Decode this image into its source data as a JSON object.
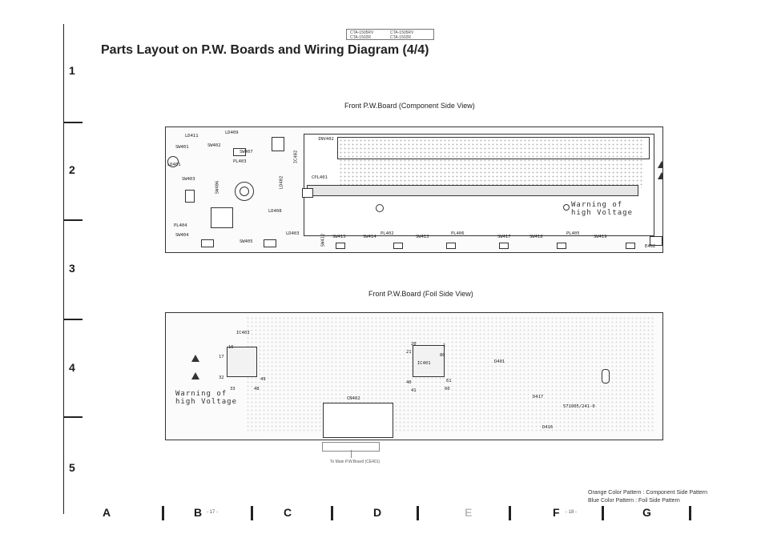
{
  "header": {
    "models": [
      "CTA-1505RV",
      "CTA-1505RV",
      "CTA-1502R",
      "CTA-1502R"
    ],
    "title": "Parts Layout on P.W. Boards and Wiring Diagram (4/4)"
  },
  "rows": [
    "1",
    "2",
    "3",
    "4",
    "5"
  ],
  "columns": [
    "A",
    "B",
    "C",
    "D",
    "E",
    "F",
    "G"
  ],
  "page_numbers": {
    "left": "- 17 -",
    "right": "- 18 -"
  },
  "component_board": {
    "title": "Front P.W.Board (Component Side View)",
    "warning_line1": "Warning of",
    "warning_line2": "high Voltage",
    "labels": {
      "ld411": "LD411",
      "sw401": "SW401",
      "sw402": "SW402",
      "ld409": "LD409",
      "ld401": "LD401",
      "sw407": "SW407",
      "pl403": "PL403",
      "ic402": "IC402",
      "inv402": "INV402",
      "sw403": "SW403",
      "sw406": "SW406",
      "ld402": "LD402",
      "cpl401": "CPL401",
      "ld408": "LD408",
      "pl404": "PL404",
      "sw404": "SW404",
      "sw405": "SW405",
      "ld403": "LD403",
      "sw412": "SW412",
      "sw415": "SW415",
      "sw414": "SW414",
      "pl402": "PL402",
      "sw413": "SW413",
      "pl406": "PL406",
      "sw417": "SW417",
      "sw418": "SW418",
      "pl405": "PL405",
      "sw419": "SW419",
      "e402": "E402"
    }
  },
  "foil_board": {
    "title": "Front P.W.Board (Foil Side View)",
    "warning_line1": "Warning of",
    "warning_line2": "high Voltage",
    "connector_note": "To Main P.W.Board (CE401)",
    "labels": {
      "ic403": "IC403",
      "ic401": "IC401",
      "cn402": "CN402",
      "d401": "D401",
      "d417": "D417",
      "d416": "D416",
      "ref": "571005/241-0",
      "pin16": "16",
      "pin17": "17",
      "pin32": "32",
      "pin33": "33",
      "pin48": "48",
      "pin49": "49",
      "pin1": "1",
      "pin20": "20",
      "pin21": "21",
      "pin40": "40",
      "pin41": "41",
      "pin60": "60",
      "pin61": "61",
      "pin80": "80"
    }
  },
  "legend": {
    "line1": "Orange Color Pattern : Component Side Pattern",
    "line2": "Blue Color Pattern     : Foil Side Pattern"
  },
  "colors": {
    "ink": "#222222",
    "board_bg": "#fbfbfb"
  }
}
